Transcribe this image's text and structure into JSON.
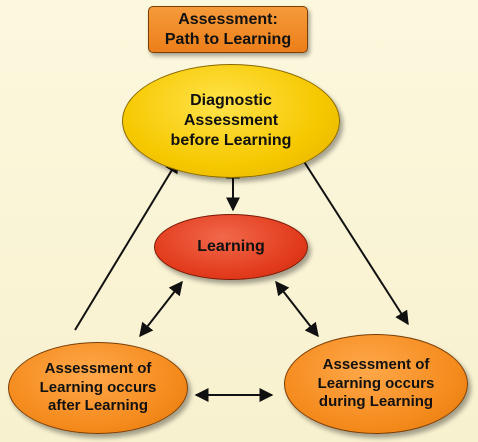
{
  "title": {
    "line1": "Assessment:",
    "line2": "Path to Learning"
  },
  "nodes": {
    "diagnostic": {
      "line1": "Diagnostic",
      "line2": "Assessment",
      "line3": "before Learning"
    },
    "learning": {
      "label": "Learning"
    },
    "after": {
      "line1": "Assessment of",
      "line2": "Learning occurs",
      "line3": "after Learning"
    },
    "during": {
      "line1": "Assessment of",
      "line2": "Learning occurs",
      "line3": "during Learning"
    }
  },
  "colors": {
    "title_box": "#ec7f1a",
    "diagnostic": "#f6c800",
    "learning": "#e23a1c",
    "assessment_nodes": "#f48a1c",
    "arrows": "#111111",
    "background": "#fbf6d9"
  }
}
